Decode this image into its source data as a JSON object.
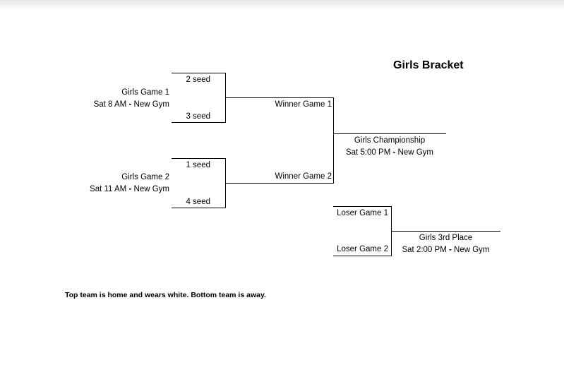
{
  "title": "Girls Bracket",
  "game1": {
    "name": "Girls Game 1",
    "time": "Sat 8 AM",
    "separator": "-",
    "venue": "New Gym",
    "top": "2 seed",
    "bottom": "3 seed"
  },
  "game2": {
    "name": "Girls Game 2",
    "time": "Sat 11 AM",
    "separator": "-",
    "venue": "New Gym",
    "top": "1 seed",
    "bottom": "4 seed"
  },
  "championship": {
    "top": "Winner Game 1",
    "bottom": "Winner Game 2",
    "name": "Girls Championship",
    "time": "Sat 5:00 PM",
    "separator": "-",
    "venue": "New Gym"
  },
  "third_place": {
    "top": "Loser Game 1",
    "bottom": "Loser Game 2",
    "name": "Girls 3rd Place",
    "time": "Sat 2:00 PM",
    "separator": "-",
    "venue": "New Gym"
  },
  "footer_note": "Top team is home and wears white. Bottom team is away."
}
